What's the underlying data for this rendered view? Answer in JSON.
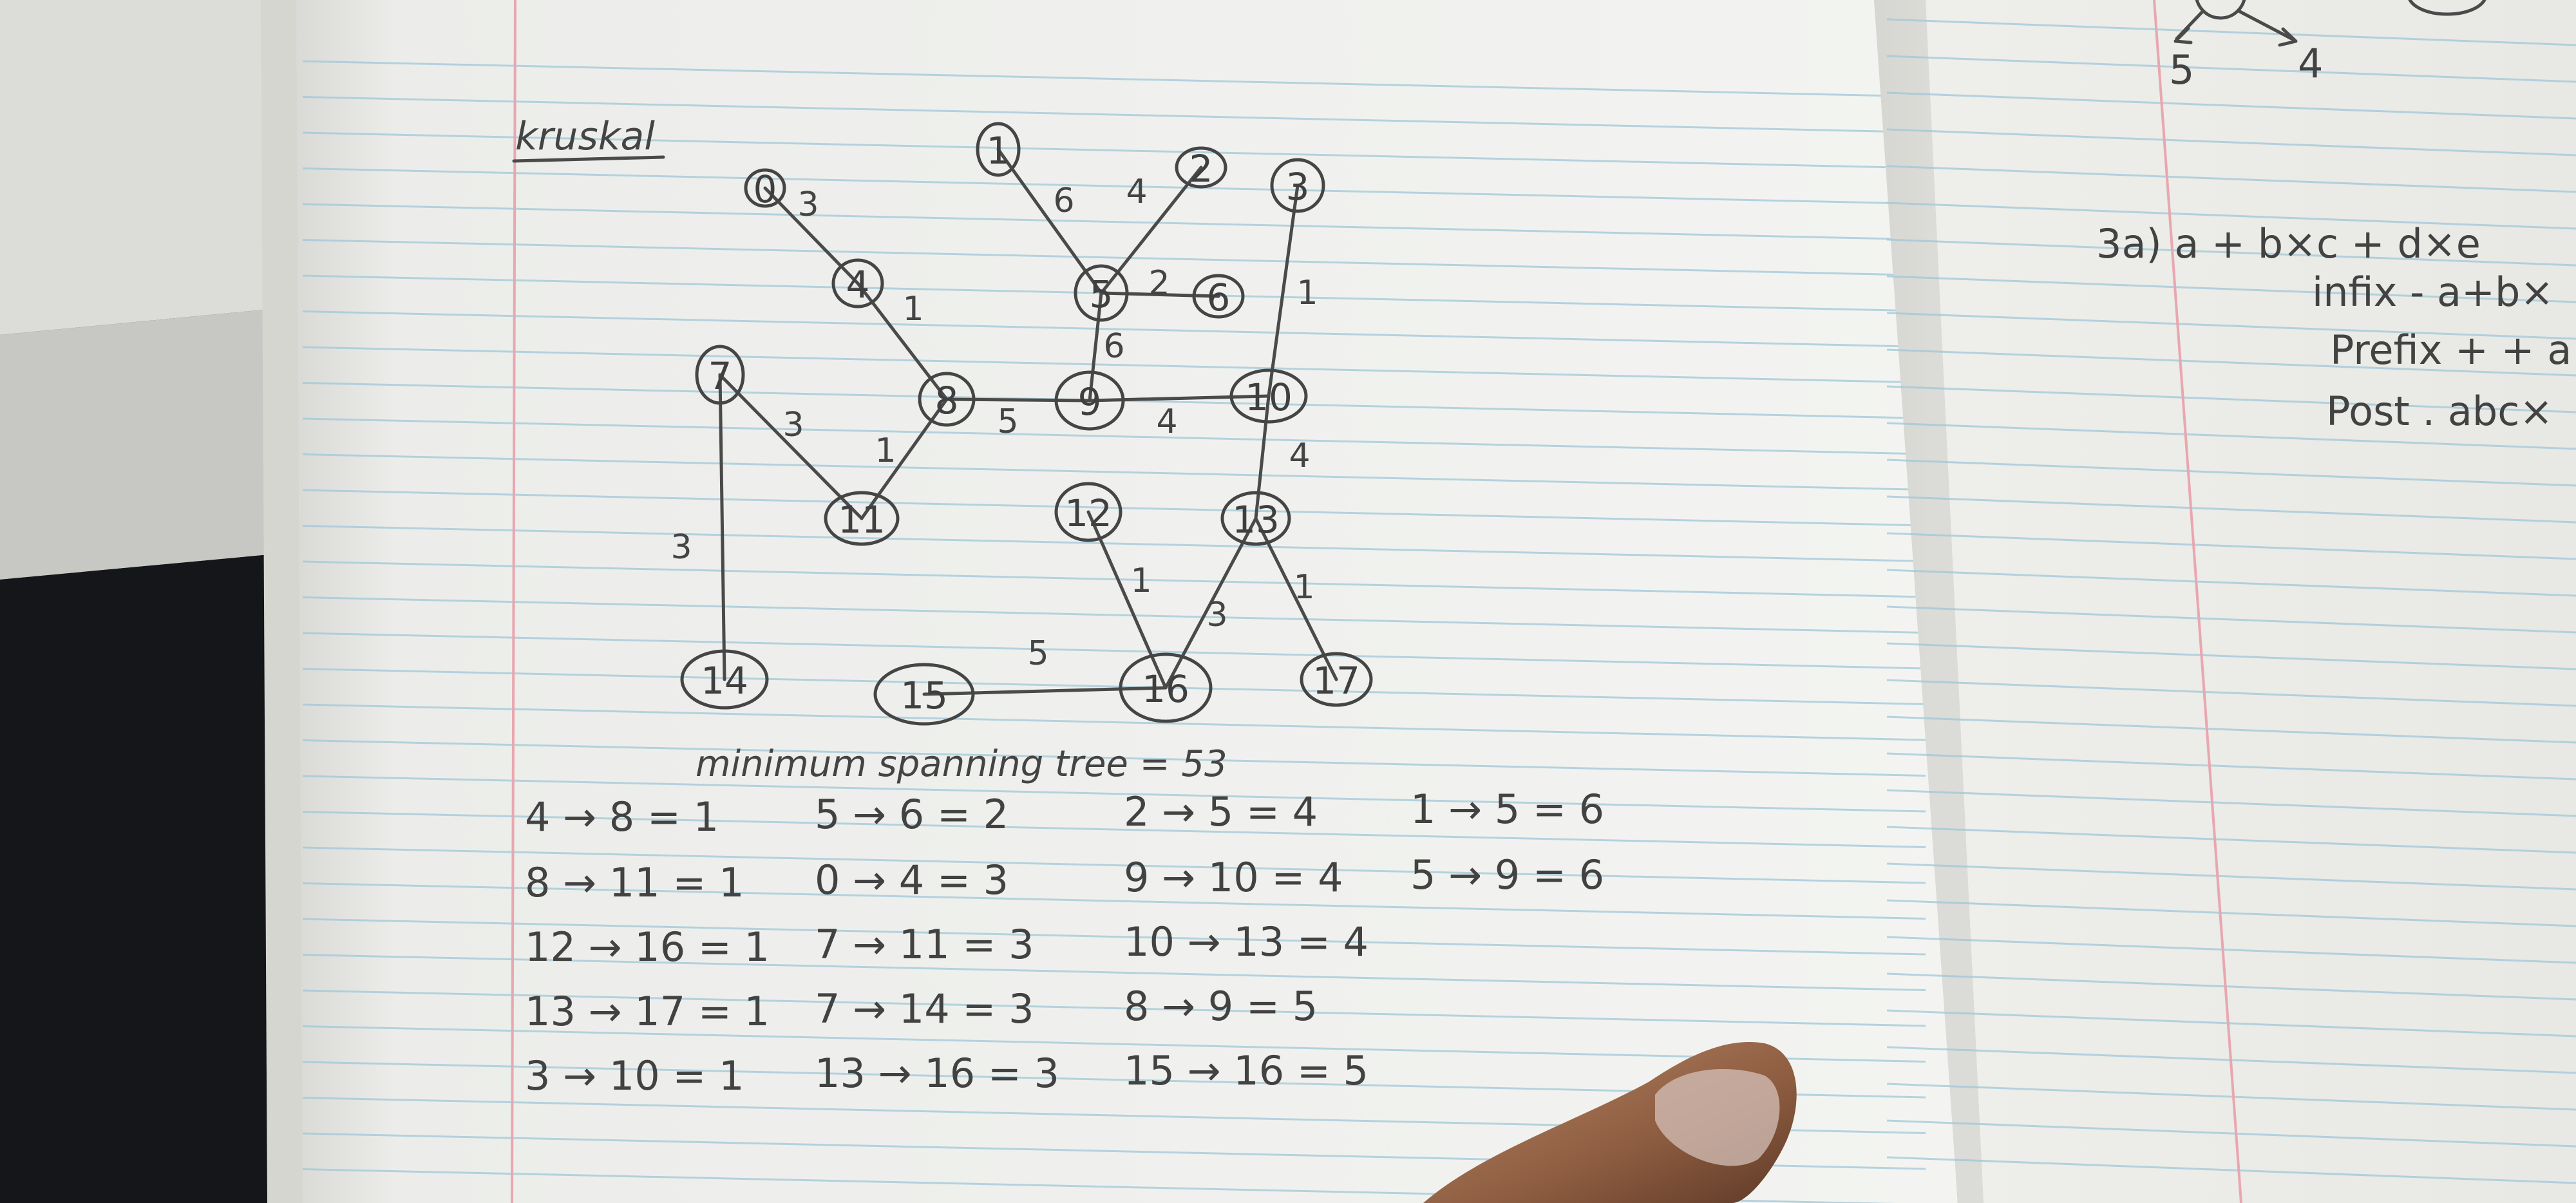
{
  "page": {
    "heading": "kruskal",
    "summary": "minimum spanning tree = 53"
  },
  "graph": {
    "nodes": [
      "0",
      "1",
      "2",
      "3",
      "4",
      "5",
      "6",
      "7",
      "8",
      "9",
      "10",
      "11",
      "12",
      "13",
      "14",
      "15",
      "16",
      "17"
    ],
    "edges": [
      {
        "from": "0",
        "to": "4",
        "weight": "3"
      },
      {
        "from": "4",
        "to": "8",
        "weight": "1"
      },
      {
        "from": "8",
        "to": "11",
        "weight": "1"
      },
      {
        "from": "7",
        "to": "11",
        "weight": "3"
      },
      {
        "from": "7",
        "to": "14",
        "weight": "3"
      },
      {
        "from": "8",
        "to": "9",
        "weight": "5"
      },
      {
        "from": "1",
        "to": "5",
        "weight": "6"
      },
      {
        "from": "2",
        "to": "5",
        "weight": "4"
      },
      {
        "from": "5",
        "to": "6",
        "weight": "2"
      },
      {
        "from": "5",
        "to": "9",
        "weight": "6"
      },
      {
        "from": "9",
        "to": "10",
        "weight": "4"
      },
      {
        "from": "3",
        "to": "10",
        "weight": "1"
      },
      {
        "from": "10",
        "to": "13",
        "weight": "4"
      },
      {
        "from": "12",
        "to": "16",
        "weight": "1"
      },
      {
        "from": "13",
        "to": "16",
        "weight": "3"
      },
      {
        "from": "13",
        "to": "17",
        "weight": "1"
      },
      {
        "from": "15",
        "to": "16",
        "weight": "5"
      }
    ]
  },
  "edge_list": [
    [
      "4 → 8 = 1",
      "8 → 11 = 1",
      "12 → 16 = 1",
      "13 → 17 = 1",
      "3 → 10 = 1"
    ],
    [
      "5 → 6 = 2",
      "0 → 4 = 3",
      "7 → 11 = 3",
      "7 → 14 = 3",
      "13 → 16 = 3"
    ],
    [
      "2 → 5 = 4",
      "9 → 10 = 4",
      "10 → 13 = 4",
      "8 → 9 = 5",
      "15 → 16 = 5"
    ],
    [
      "1 → 5 = 6",
      "5 → 9 = 6"
    ]
  ],
  "right_page": {
    "tree_fragment": [
      "5",
      "4"
    ],
    "lines": [
      "3a) a + b×c + d×e",
      "infix - a+b×",
      "Prefix + + a",
      "Post . abc×"
    ]
  },
  "colors": {
    "paper": "#f1f2ee",
    "rule_line": "#9fc8d8",
    "margin_line": "#e6a3ad",
    "pencil": "#454545",
    "skin": "#9a6a4e"
  }
}
